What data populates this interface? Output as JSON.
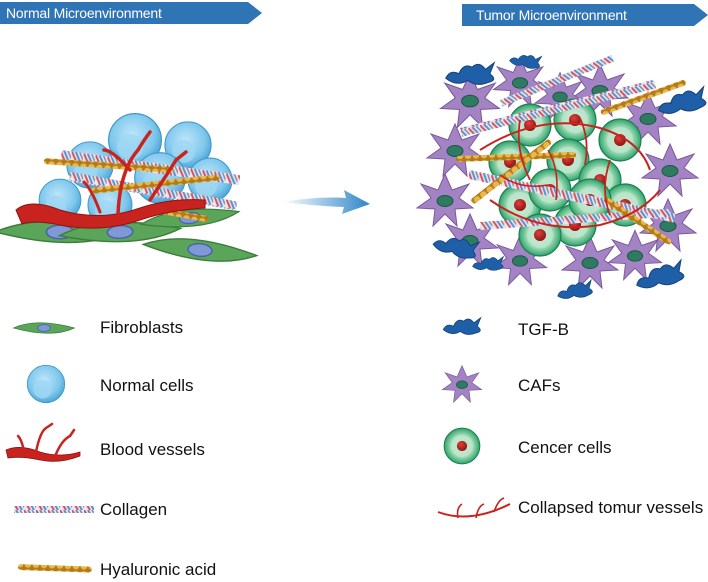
{
  "panels": {
    "normal_title": "Normal Microenvironment",
    "tumor_title": "Tumor Microenvironment"
  },
  "legend_left": [
    {
      "label": "Fibroblasts",
      "icon": "fibroblast-icon"
    },
    {
      "label": "Normal cells",
      "icon": "normal-cell-icon"
    },
    {
      "label": "Blood vessels",
      "icon": "blood-vessel-icon"
    },
    {
      "label": "Collagen",
      "icon": "collagen-icon"
    },
    {
      "label": "Hyaluronic acid",
      "icon": "hyaluronic-acid-icon"
    }
  ],
  "legend_right": [
    {
      "label": "TGF-B",
      "icon": "tgf-b-icon"
    },
    {
      "label": "CAFs",
      "icon": "caf-icon"
    },
    {
      "label": "Cencer cells",
      "icon": "cancer-cell-icon"
    },
    {
      "label": "Collapsed tomur vessels",
      "icon": "collapsed-vessel-icon"
    }
  ],
  "colors": {
    "banner": "#2f74b5",
    "fibroblast": "#5aa55a",
    "normal_cell": "#7ec7ec",
    "vessel": "#c8231f",
    "caf": "#a483c4",
    "cancer_cell": "#3fae78",
    "tgf": "#1f5fa8",
    "hyaluronic": "#d9a42a"
  }
}
